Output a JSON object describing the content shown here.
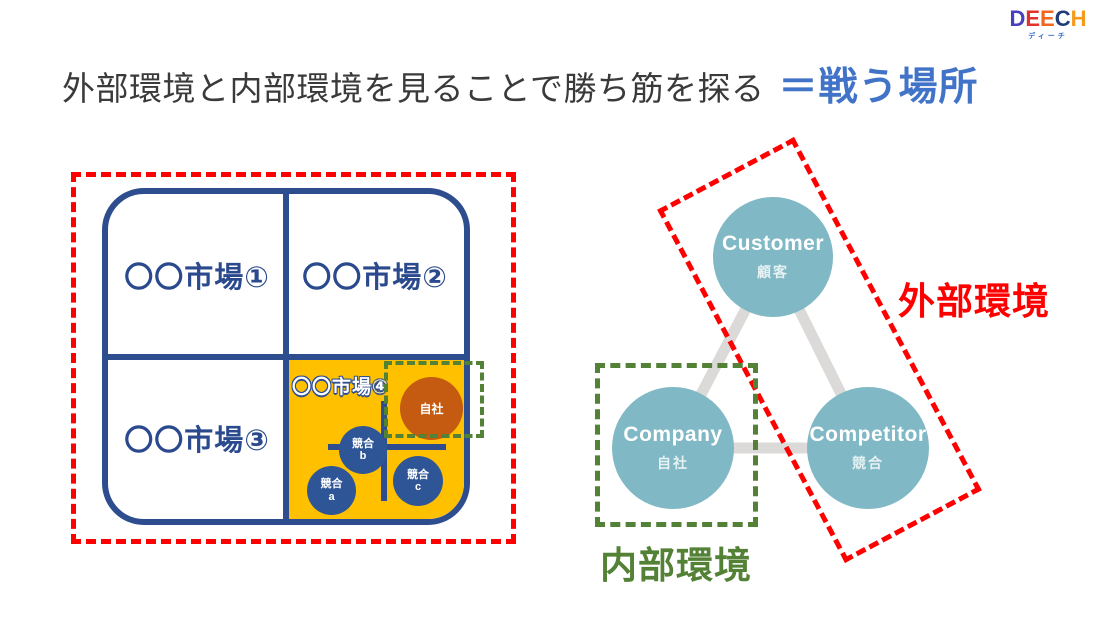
{
  "logo": {
    "letters": [
      {
        "ch": "D",
        "color": "#4A3FBF"
      },
      {
        "ch": "E",
        "color": "#E3312B"
      },
      {
        "ch": "E",
        "color": "#F0661F"
      },
      {
        "ch": "C",
        "color": "#1E3D78"
      },
      {
        "ch": "H",
        "color": "#F59B1B"
      }
    ],
    "subtext": "ディーチ"
  },
  "title": {
    "main": "外部環境と内部環境を見ることで勝ち筋を探る",
    "highlight": "＝戦う場所"
  },
  "matrix": {
    "quadrants": [
      {
        "label": "〇〇市場①"
      },
      {
        "label": "〇〇市場②"
      },
      {
        "label": "〇〇市場③"
      },
      {
        "label": "〇〇市場④"
      }
    ],
    "own_company": {
      "label": "自社"
    },
    "competitors": [
      {
        "label": "競合",
        "sub": "a"
      },
      {
        "label": "競合",
        "sub": "b"
      },
      {
        "label": "競合",
        "sub": "c"
      }
    ]
  },
  "triangle": {
    "nodes": [
      {
        "en": "Customer",
        "ja": "顧客"
      },
      {
        "en": "Company",
        "ja": "自社"
      },
      {
        "en": "Competitor",
        "ja": "競合"
      }
    ]
  },
  "annotations": {
    "external": "外部環境",
    "internal": "内部環境"
  },
  "colors": {
    "navy": "#2E4D8E",
    "quadrant_orange": "#FFC000",
    "own_circle_orange": "#C55A11",
    "competitor_circle_blue": "#2E5697",
    "teal_node": "#80B9C5",
    "connector_gray": "#DCD9D9",
    "external_red": "#FF0000",
    "internal_green": "#538135",
    "title_highlight_blue": "#4173C8"
  }
}
